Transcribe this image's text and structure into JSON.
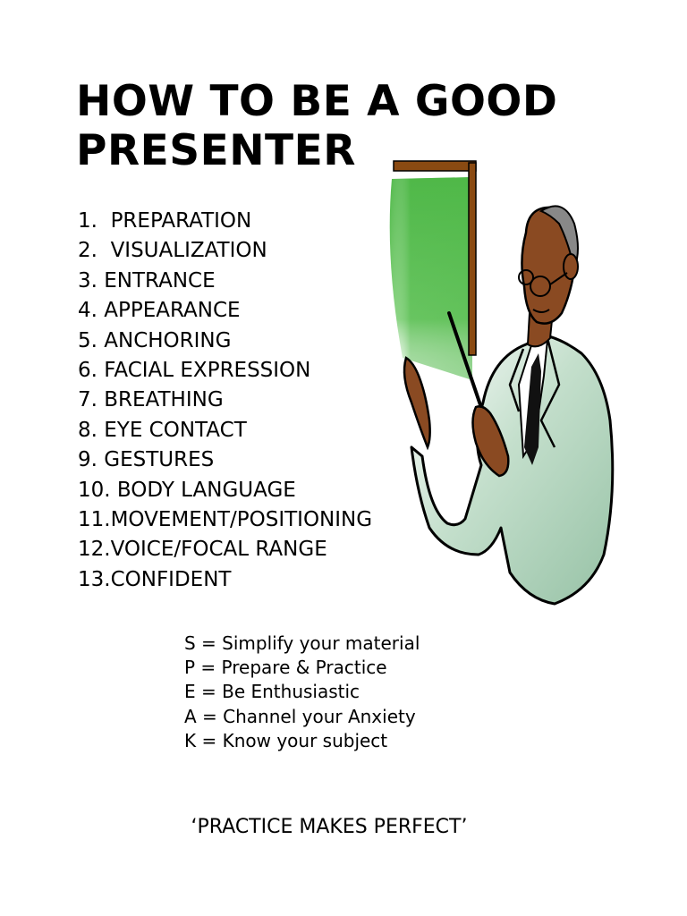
{
  "title": {
    "line1": "HOW TO BE A GOOD",
    "line2": "PRESENTER"
  },
  "steps": [
    "1.  PREPARATION",
    "2.  VISUALIZATION",
    "3. ENTRANCE",
    "4. APPEARANCE",
    "5. ANCHORING",
    "6. FACIAL EXPRESSION",
    "7. BREATHING",
    "8. EYE CONTACT",
    "9. GESTURES",
    "10. BODY LANGUAGE",
    "11.MOVEMENT/POSITIONING",
    "12.VOICE/FOCAL RANGE",
    "13.CONFIDENT"
  ],
  "speak": [
    "S = Simplify your material",
    "P = Prepare & Practice",
    "E = Be Enthusiastic",
    "A = Channel your Anxiety",
    "K = Know your subject"
  ],
  "motto": "‘PRACTICE MAKES PERFECT’",
  "colors": {
    "board_green": "#4fb848",
    "board_frame": "#8a4a12",
    "suit": "#a9cfb6",
    "skin": "#8a4a22",
    "ink": "#000000"
  },
  "icons": {
    "illustration": "presenter-with-pointer-illustration"
  }
}
